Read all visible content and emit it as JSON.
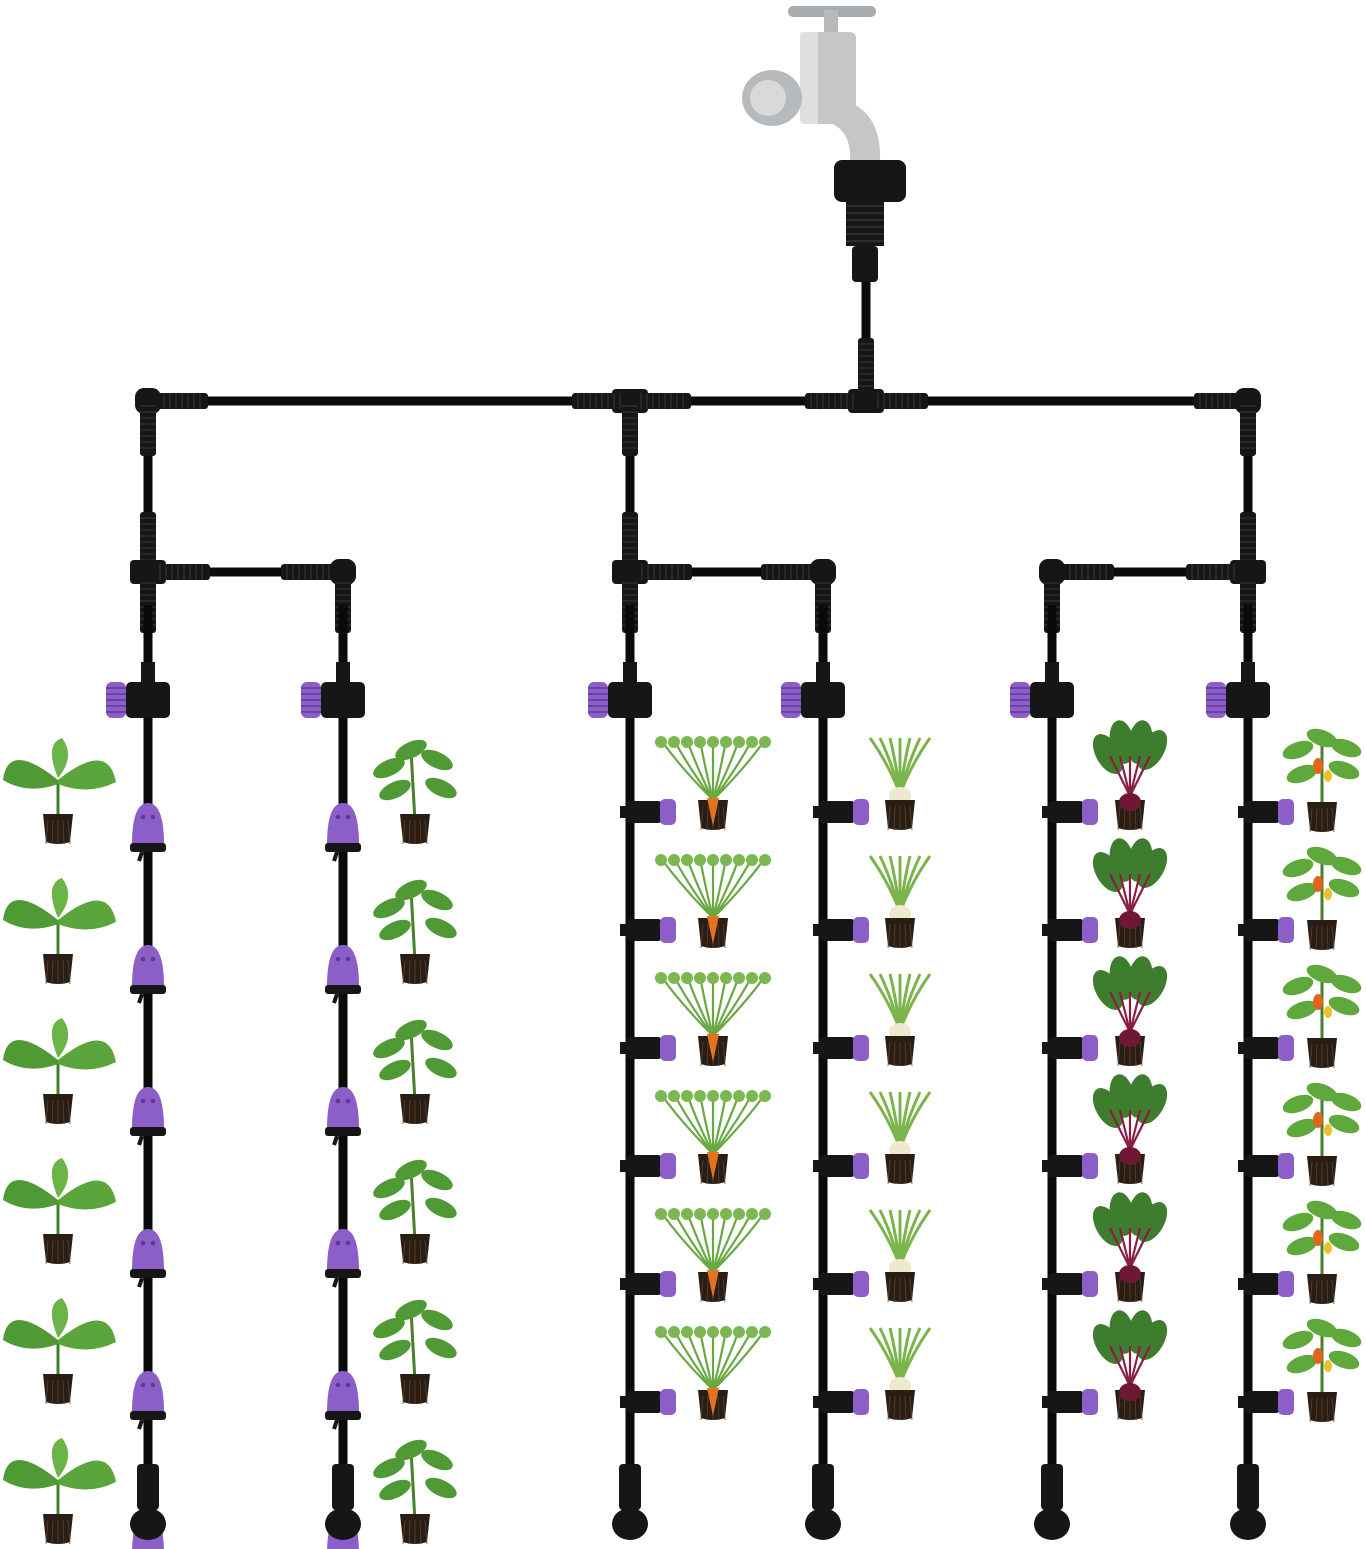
{
  "diagram": {
    "type": "drip-irrigation-layout",
    "colors": {
      "tubing": "#0a0a0a",
      "fitting": "#161616",
      "accent_purple": "#8b5fc7",
      "accent_purple_dark": "#5e3a95",
      "tap_metal": "#c4c6c8",
      "leaf_green": "#4f9a35",
      "soil": "#2a1d14",
      "carrot": "#e2731f",
      "beet": "#6e1836",
      "pepper_fruit": "#e2651d"
    },
    "source": {
      "icon": "water-tap-icon"
    },
    "branches": [
      {
        "id": "a",
        "emitter": "dripper-stake-icon",
        "plant": "zucchini-seedling-icon",
        "emitters": 6
      },
      {
        "id": "b",
        "emitter": "dripper-stake-icon",
        "plant": "tomato-seedling-icon",
        "emitters": 6
      },
      {
        "id": "c",
        "emitter": "side-dripper-icon",
        "plant": "carrot-seedling-icon",
        "emitters": 6
      },
      {
        "id": "d",
        "emitter": "side-dripper-icon",
        "plant": "onion-seedling-icon",
        "emitters": 6
      },
      {
        "id": "e",
        "emitter": "side-dripper-icon",
        "plant": "beet-seedling-icon",
        "emitters": 6
      },
      {
        "id": "f",
        "emitter": "side-dripper-icon",
        "plant": "pepper-seedling-icon",
        "emitters": 6
      }
    ]
  }
}
